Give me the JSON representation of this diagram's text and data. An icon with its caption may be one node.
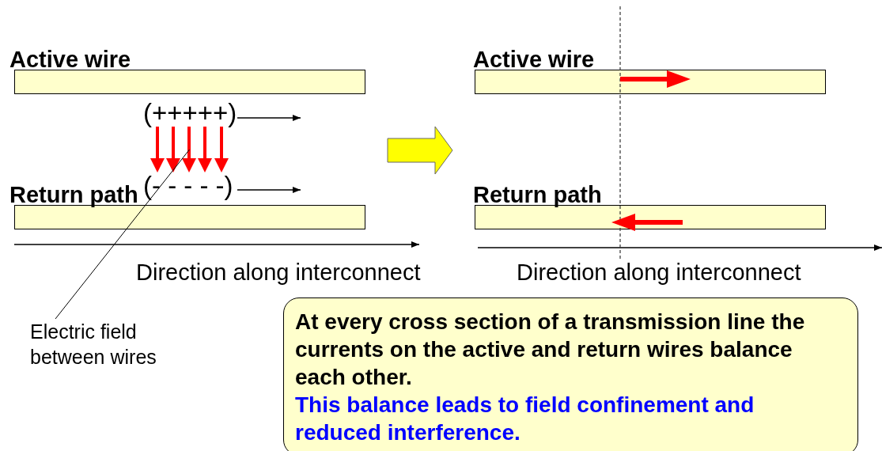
{
  "diagram": {
    "nodes": [
      {
        "text": [
          "Active wire"
        ]
      },
      {
        "text": [
          "Return path"
        ]
      },
      {
        "text": [
          "Active wire"
        ]
      },
      {
        "text": [
          "Return path"
        ]
      },
      {
        "text": [
          "Electric field between wires"
        ]
      },
      {
        "text": [
          "At every cross section of a transmission line the currents on the active and return wires balance each other.",
          "This balance leads to field confinement and reduced interference."
        ]
      },
      {
        "text": [],
        "shape": "picture"
      }
    ],
    "edges": [
      {
        "from": 4,
        "to": 6,
        "arrow": "none"
      }
    ],
    "labels": [
      "(+++++)",
      "(- - - - -)",
      "Direction along interconnect",
      "Direction along interconnect"
    ]
  }
}
